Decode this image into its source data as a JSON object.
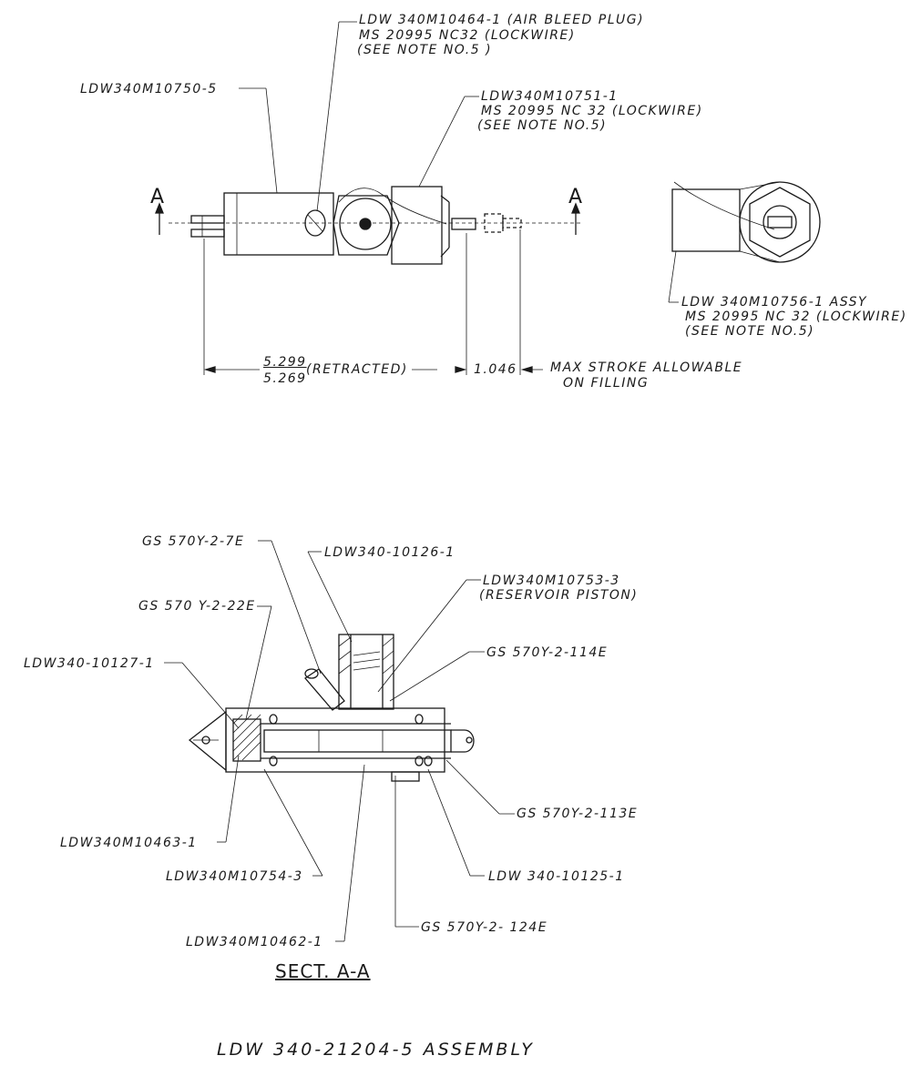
{
  "top_view": {
    "callouts": {
      "air_bleed_line1": "LDW 340M10464-1 (AIR BLEED PLUG)",
      "air_bleed_line2": "MS 20995 NC32 (LOCKWIRE)",
      "air_bleed_line3": "(SEE NOTE NO.5 )",
      "body": "LDW340M10750-5",
      "cap_line1": "LDW340M10751-1",
      "cap_line2": "MS 20995 NC 32 (LOCKWIRE)",
      "cap_line3": "(SEE NOTE NO.5)",
      "end_assy_line1": "LDW 340M10756-1 ASSY",
      "end_assy_line2": "MS 20995 NC 32 (LOCKWIRE)",
      "end_assy_line3": "(SEE NOTE NO.5)"
    },
    "section_marks": [
      "A",
      "A"
    ],
    "dimensions": {
      "retracted_upper": "5.299",
      "retracted_lower": "5.269",
      "retracted_label": "(RETRACTED)",
      "stroke": "1.046",
      "stroke_note_line1": "MAX STROKE ALLOWABLE",
      "stroke_note_line2": "ON FILLING"
    }
  },
  "section_view": {
    "callouts": {
      "gs_7e": "GS 570Y-2-7E",
      "ldw_10126": "LDW340-10126-1",
      "ldw_10753_line1": "LDW340M10753-3",
      "ldw_10753_line2": "(RESERVOIR PISTON)",
      "gs_22e": "GS 570 Y-2-22E",
      "gs_114e": "GS 570Y-2-114E",
      "ldw_10127": "LDW340-10127-1",
      "gs_113e": "GS 570Y-2-113E",
      "ldw_10463": "LDW340M10463-1",
      "ldw_10125": "LDW 340-10125-1",
      "ldw_10754": "LDW340M10754-3",
      "gs_124e": "GS 570Y-2- 124E",
      "ldw_10462": "LDW340M10462-1"
    },
    "section_title": "SECT. A-A"
  },
  "assembly_title": "LDW 340-21204-5 ASSEMBLY"
}
